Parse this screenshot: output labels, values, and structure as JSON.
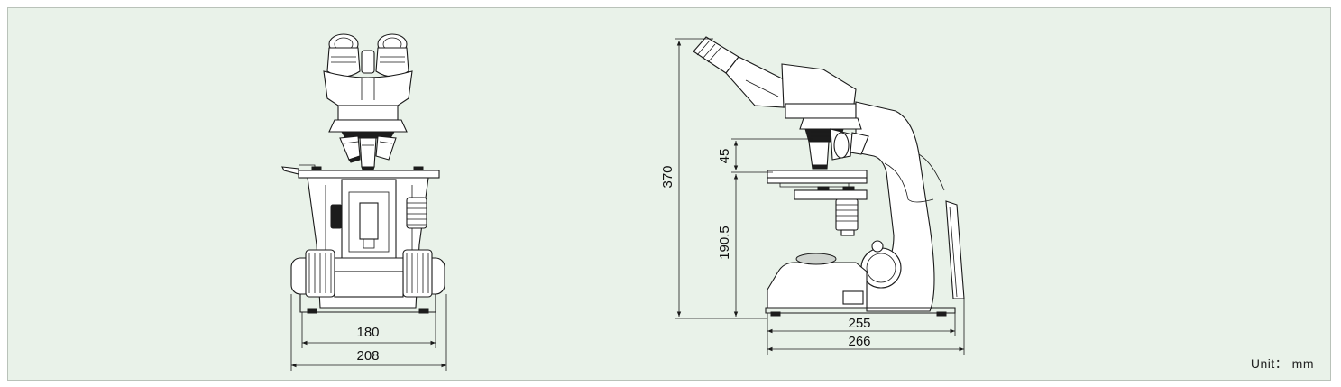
{
  "front_view": {
    "dim_inner_width": "180",
    "dim_outer_width": "208"
  },
  "side_view": {
    "dim_total_height": "370",
    "dim_nosepiece": "45",
    "dim_stage_height": "190.5",
    "dim_depth_inner": "255",
    "dim_depth_outer": "266"
  },
  "unit_label": "Unit： mm",
  "colors": {
    "panel_background": "#e9f2e9",
    "line": "#1a1a1a"
  }
}
